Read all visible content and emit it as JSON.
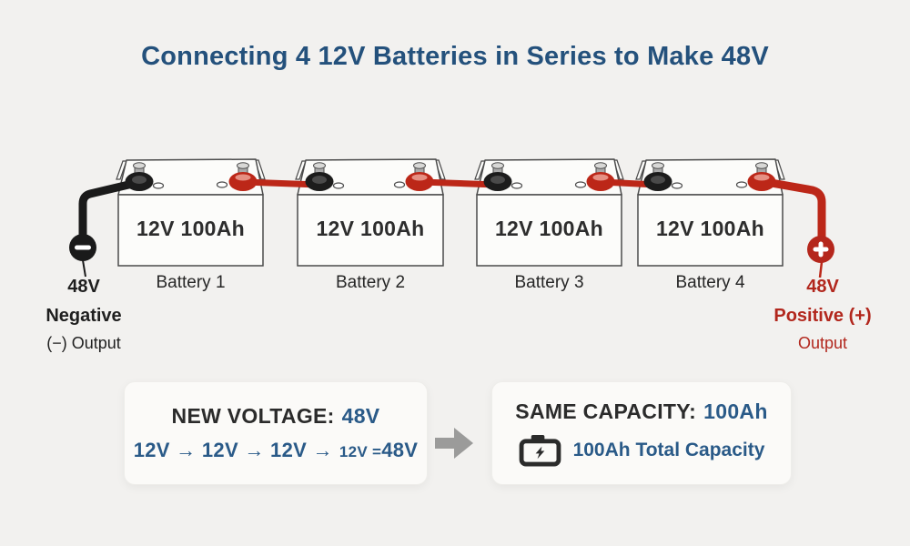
{
  "title": "Connecting 4 12V Batteries in Series to Make 48V",
  "batteries": [
    {
      "capacity": "12V 100Ah",
      "name": "Battery 1"
    },
    {
      "capacity": "12V 100Ah",
      "name": "Battery 2"
    },
    {
      "capacity": "12V 100Ah",
      "name": "Battery 3"
    },
    {
      "capacity": "12V 100Ah",
      "name": "Battery 4"
    }
  ],
  "negative_output": {
    "voltage": "48V",
    "polarity": "Negative",
    "line3": "(−) Output",
    "symbol": "−"
  },
  "positive_output": {
    "voltage": "48V",
    "polarity": "Positive (+)",
    "line3": "Output",
    "symbol": "+"
  },
  "voltage_box": {
    "heading": "NEW VOLTAGE:",
    "value": "48V",
    "sequence_main": "12V → 12V → 12V →",
    "sequence_small": "12V =",
    "sequence_result": "48V"
  },
  "capacity_box": {
    "heading": "SAME CAPACITY:",
    "value": "100Ah",
    "detail": "100Ah Total Capacity",
    "icon": "battery-charge-icon"
  },
  "colors": {
    "title_blue": "#24517c",
    "accent_blue": "#2a5a88",
    "wire_red": "#bc2718",
    "output_red": "#b2271d",
    "wire_black": "#1a1a1a",
    "arrow_gray": "#9b9b9a"
  }
}
